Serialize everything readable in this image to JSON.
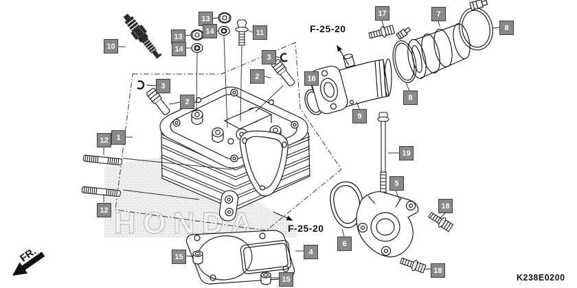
{
  "diagram": {
    "code": "K238E0200",
    "frame_ref_top": "F-25-20",
    "frame_ref_bottom": "F-25-20",
    "front_marker": "FR.",
    "watermark": "HONDA"
  },
  "colors": {
    "line": "#1a1a1a",
    "callout_bg": "#8a8a8a",
    "callout_border": "#3c3c3c",
    "callout_text": "#ffffff",
    "stipple": "#8f8f8f",
    "watermark_fill": "#f2f2f2",
    "watermark_stroke": "#b5b5b5"
  },
  "callouts": [
    {
      "num": "10"
    },
    {
      "num": "13"
    },
    {
      "num": "14"
    },
    {
      "num": "13"
    },
    {
      "num": "14"
    },
    {
      "num": "11"
    },
    {
      "num": "3"
    },
    {
      "num": "2"
    },
    {
      "num": "3"
    },
    {
      "num": "2"
    },
    {
      "num": "17"
    },
    {
      "num": "7"
    },
    {
      "num": "8"
    },
    {
      "num": "16"
    },
    {
      "num": "9"
    },
    {
      "num": "8"
    },
    {
      "num": "19"
    },
    {
      "num": "1"
    },
    {
      "num": "12"
    },
    {
      "num": "12"
    },
    {
      "num": "5"
    },
    {
      "num": "18"
    },
    {
      "num": "18"
    },
    {
      "num": "6"
    },
    {
      "num": "4"
    },
    {
      "num": "15"
    },
    {
      "num": "15"
    }
  ]
}
